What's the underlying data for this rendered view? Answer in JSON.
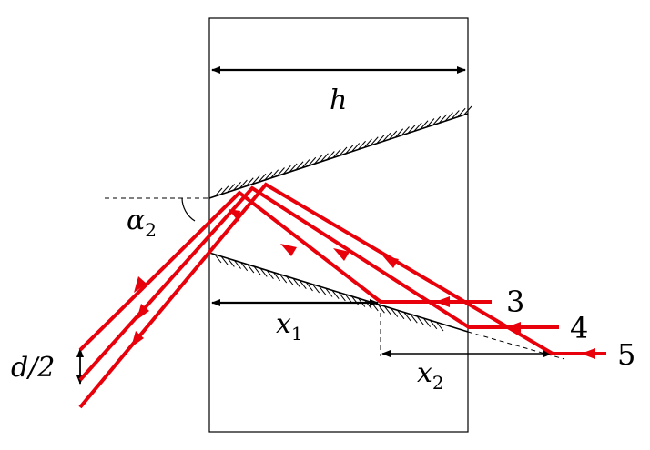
{
  "labels": {
    "width": "h",
    "angle": "α",
    "angle_sub": "2",
    "half_spacing": "d/2",
    "x1": "x",
    "x1_sub": "1",
    "x2": "x",
    "x2_sub": "2",
    "ray3": "3",
    "ray4": "4",
    "ray5": "5"
  },
  "colors": {
    "ray": "#e8000b",
    "lines": "#000000"
  }
}
